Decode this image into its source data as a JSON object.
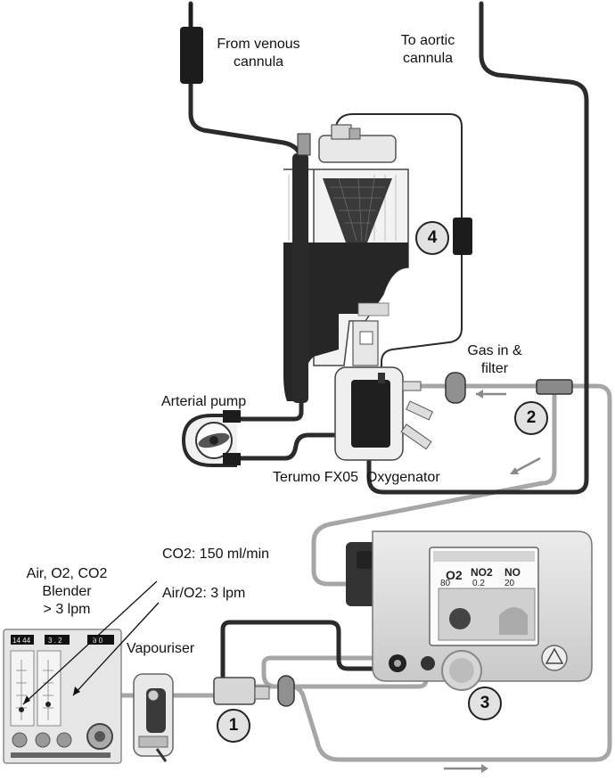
{
  "labels": {
    "venous": "From venous\ncannula",
    "aortic": "To aortic\ncannula",
    "gas_in": "Gas in &\nfilter",
    "arterial_pump": "Arterial pump",
    "oxygenator": "Terumo FX05  Oxygenator",
    "blender": "Air, O2, CO2\nBlender\n> 3 lpm",
    "co2_flow": "CO2: 150 ml/min",
    "air_o2_flow": "Air/O2: 3 lpm",
    "vaporiser": "Vapouriser"
  },
  "markers": [
    "1",
    "2",
    "3",
    "4"
  ],
  "monitor": {
    "o2_label": "O2",
    "o2_value": "80",
    "no2_label": "NO2",
    "no2_value": "0.2",
    "no_label": "NO",
    "no_value": "20"
  },
  "blender_panel": {
    "display_left": "14 44",
    "display_mid": "3 . 2",
    "display_right": "8 0"
  },
  "colors": {
    "blood_line": "#2b2b2b",
    "gas_line": "#a6a6a6",
    "marker_fill": "#e2e2e2"
  },
  "icons": [
    "flow-arrow-left",
    "flow-arrow-diagonal",
    "flow-arrow-right"
  ]
}
